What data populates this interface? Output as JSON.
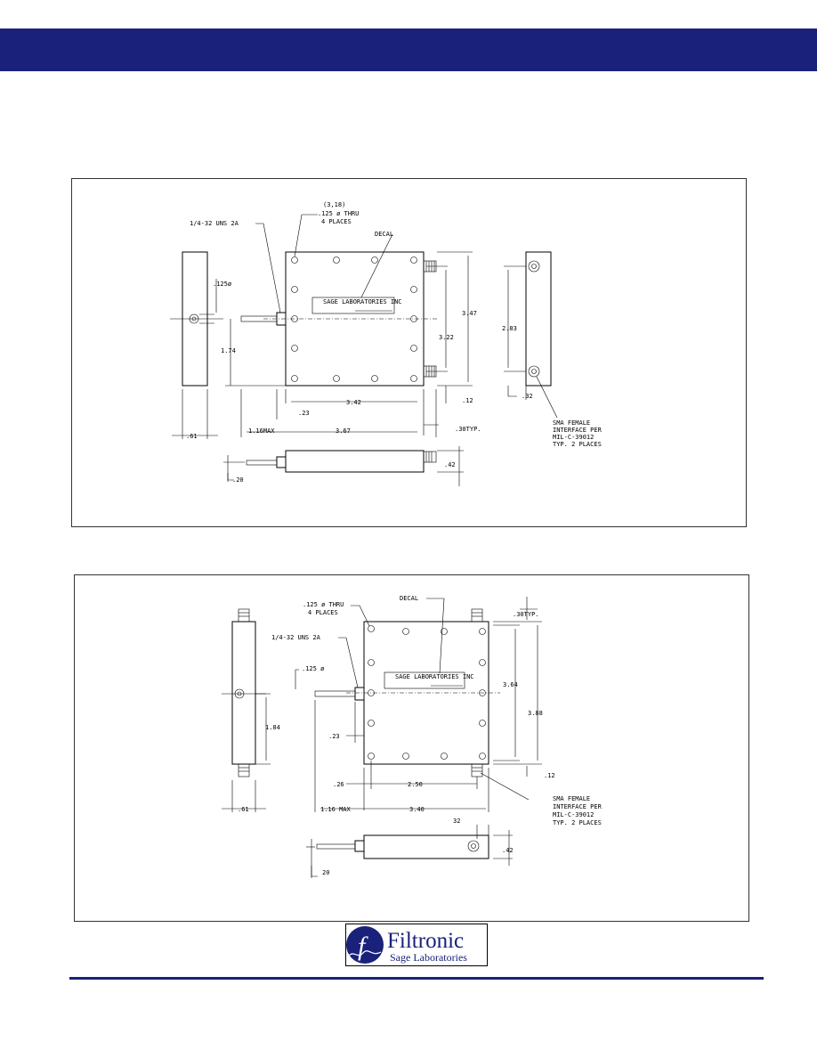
{
  "drawing1": {
    "callout_hole_1": "(3,18)",
    "callout_hole_2": ".125 ø THRU",
    "callout_hole_3": "4 PLACES",
    "callout_thread": "1/4-32 UNS 2A",
    "callout_decal": "DECAL",
    "decal_text": "SAGE LABORATORIES INC",
    "dim_hole_dia": ".125ø",
    "dim_174": "1.74",
    "dim_061": ".61",
    "dim_342": "3.42",
    "dim_023": ".23",
    "dim_116max": "1.16MAX",
    "dim_367": "3.67",
    "dim_347": "3.47",
    "dim_322": "3.22",
    "dim_012": ".12",
    "dim_030typ": ".30TYP.",
    "dim_283": "2.83",
    "dim_032": ".32",
    "dim_042": ".42",
    "dim_020": ".20",
    "sma_1": "SMA FEMALE",
    "sma_2": "INTERFACE PER",
    "sma_3": "MIL-C-39012",
    "sma_4": "TYP. 2 PLACES"
  },
  "drawing2": {
    "callout_hole_1": ".125 ø THRU",
    "callout_hole_2": "4 PLACES",
    "callout_decal": "DECAL",
    "callout_thread": "1/4-32 UNS 2A",
    "decal_text": "SAGE LABORATORIES INC",
    "dim_125": ".125 ø",
    "dim_030typ": ".30TYP.",
    "dim_364": "3.64",
    "dim_388": "3.88",
    "dim_184": "1.84",
    "dim_023": ".23",
    "dim_026": ".26",
    "dim_250": "2.50",
    "dim_012": ".12",
    "dim_061": ".61",
    "dim_116max": "1.16 MAX",
    "dim_340": "3.40",
    "dim_32": "32",
    "dim_042": ".42",
    "dim_20": "20",
    "sma_1": "SMA FEMALE",
    "sma_2": "INTERFACE PER",
    "sma_3": "MIL-C-39012",
    "sma_4": "TYP. 2 PLACES"
  },
  "logo": {
    "brand": "Filtronic",
    "sub": "Sage Laboratories",
    "mark": "f"
  },
  "colors": {
    "banner": "#19217a",
    "rule": "#19217a"
  }
}
